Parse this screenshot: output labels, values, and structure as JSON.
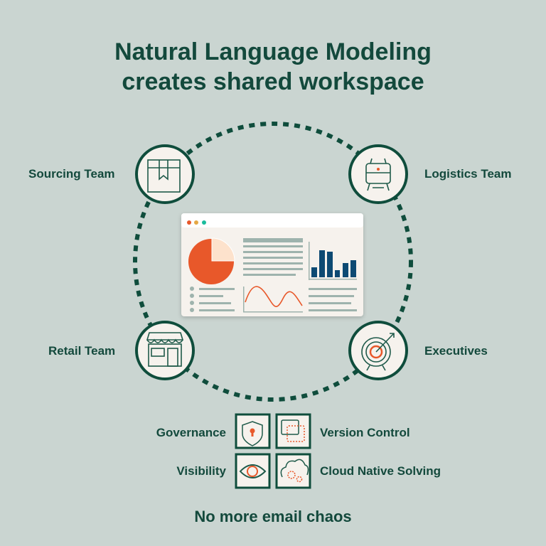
{
  "title": {
    "line1": "Natural Language Modeling",
    "line2": "creates shared workspace"
  },
  "teams": [
    {
      "label": "Sourcing Team",
      "icon": "box-icon"
    },
    {
      "label": "Logistics Team",
      "icon": "train-icon"
    },
    {
      "label": "Retail Team",
      "icon": "storefront-icon"
    },
    {
      "label": "Executives",
      "icon": "target-icon"
    }
  ],
  "features": [
    {
      "label": "Governance",
      "icon": "shield-lock-icon"
    },
    {
      "label": "Version Control",
      "icon": "overlapping-squares-icon"
    },
    {
      "label": "Visibility",
      "icon": "eye-icon"
    },
    {
      "label": "Cloud Native Solving",
      "icon": "cloud-gears-icon"
    }
  ],
  "footer": "No more email chaos",
  "colors": {
    "background": "#cad5d1",
    "dark_green": "#0f4d3c",
    "accent": "#e8582a",
    "navy": "#0d4a73"
  }
}
